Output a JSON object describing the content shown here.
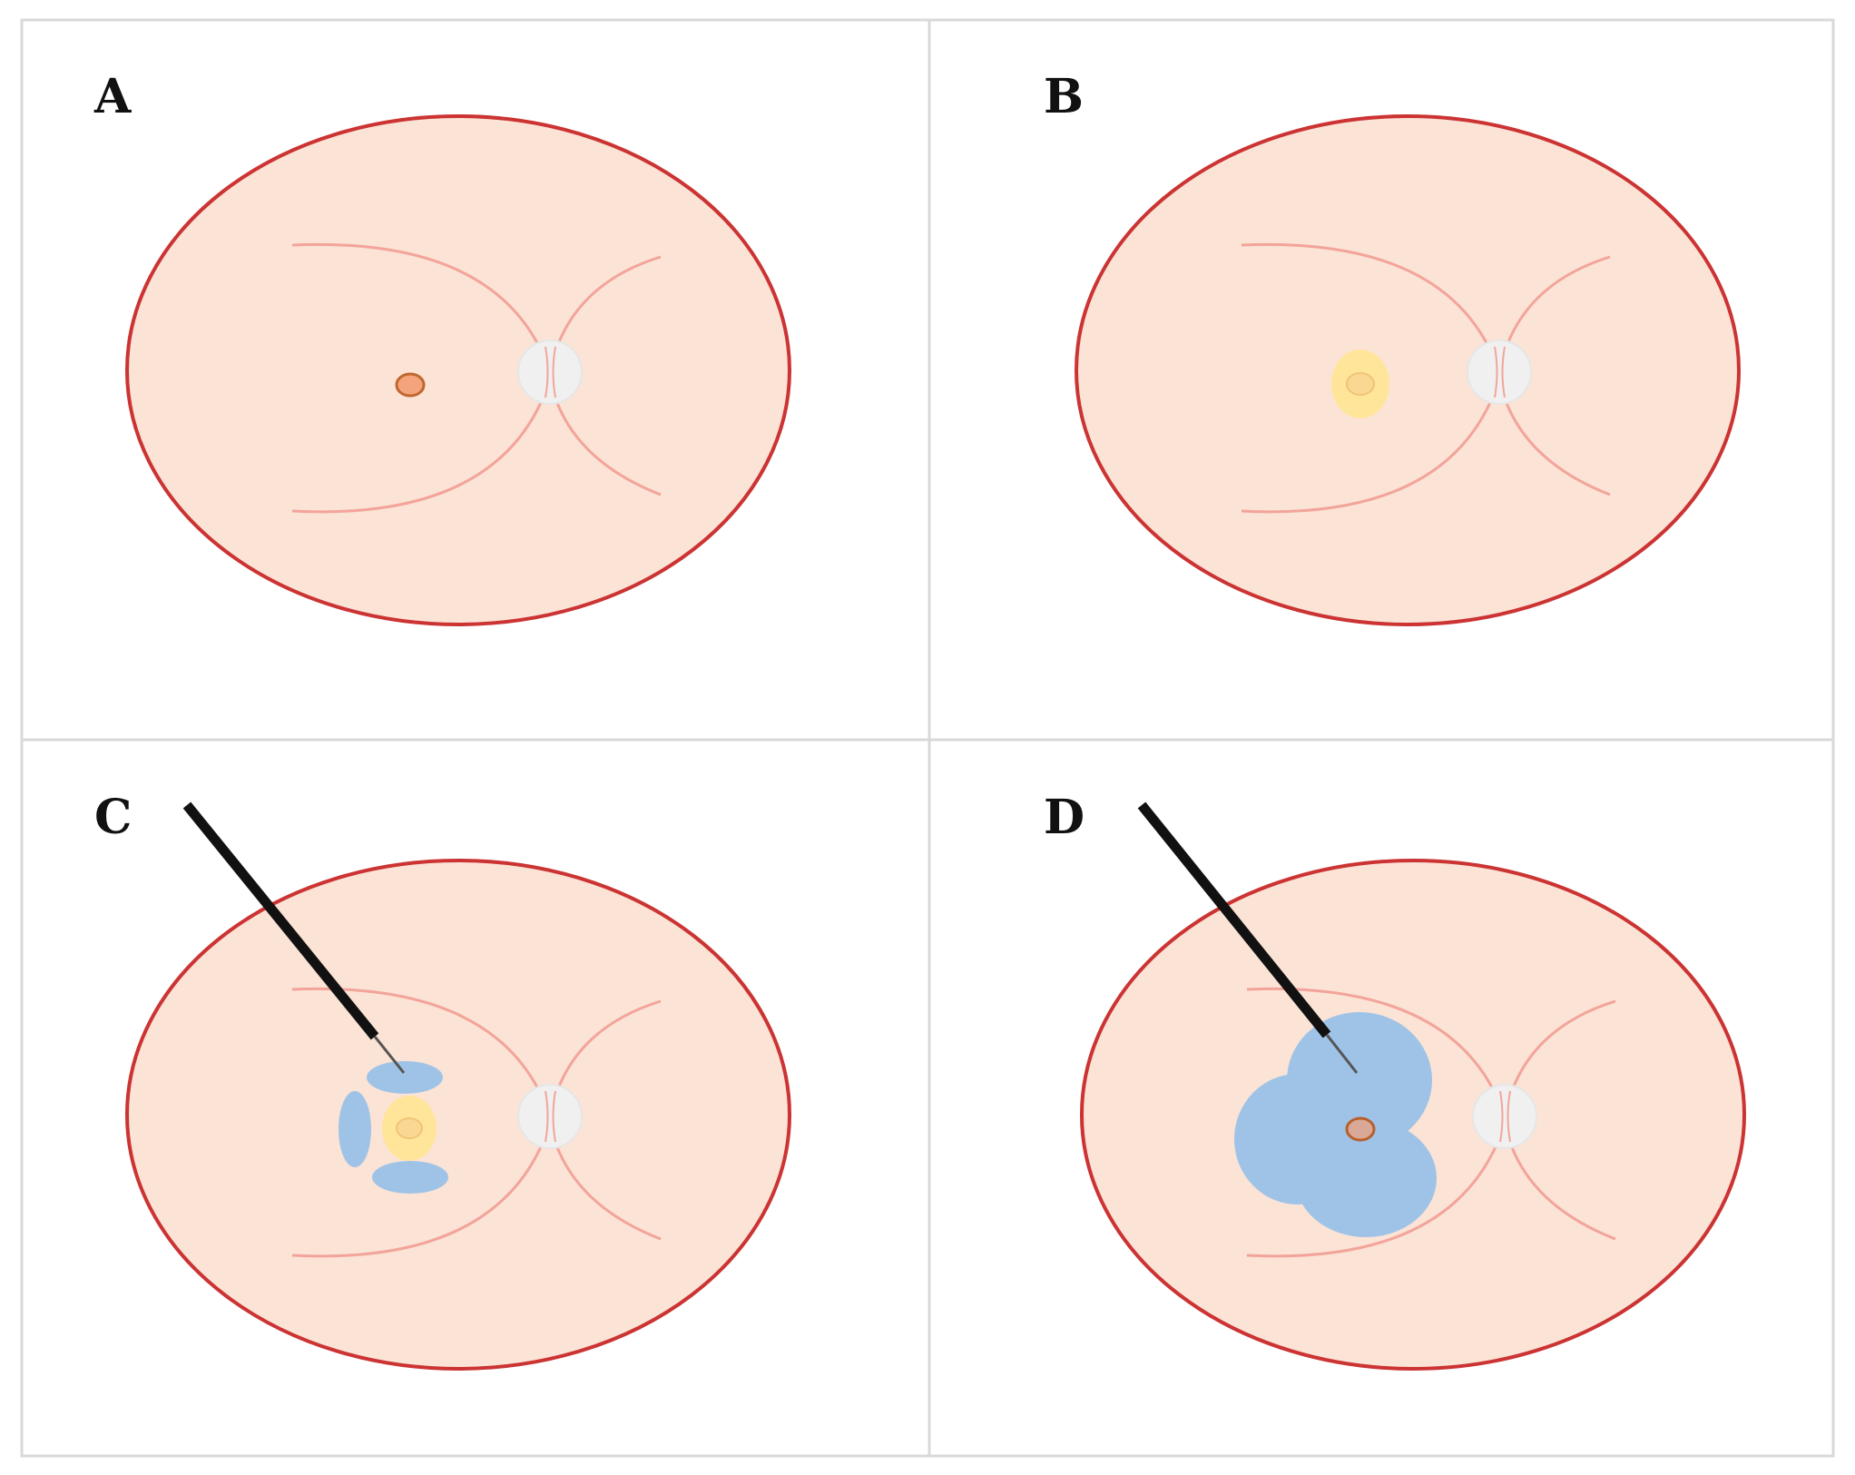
{
  "panels": [
    {
      "label": "A",
      "stage": "lesion"
    },
    {
      "label": "B",
      "stage": "lesion-with-halo"
    },
    {
      "label": "C",
      "stage": "needle-partial-injection"
    },
    {
      "label": "D",
      "stage": "needle-full-injection"
    }
  ],
  "colors": {
    "background": "#ffffff",
    "grid_border": "#d9d9d9",
    "organ_fill": "#fbe3d6",
    "organ_outline": "#cc3333",
    "fold_line": "#f3a49a",
    "orifice_fill": "#f0f0f0",
    "lesion_fill": "#f4a47c",
    "lesion_outline": "#c0662e",
    "halo_fill": "#ffe59a",
    "inner_lesion_fill": "#f9d894",
    "fluid_fill": "#9fc3e7",
    "needle": "#111111",
    "needle_tip": "#555555"
  }
}
